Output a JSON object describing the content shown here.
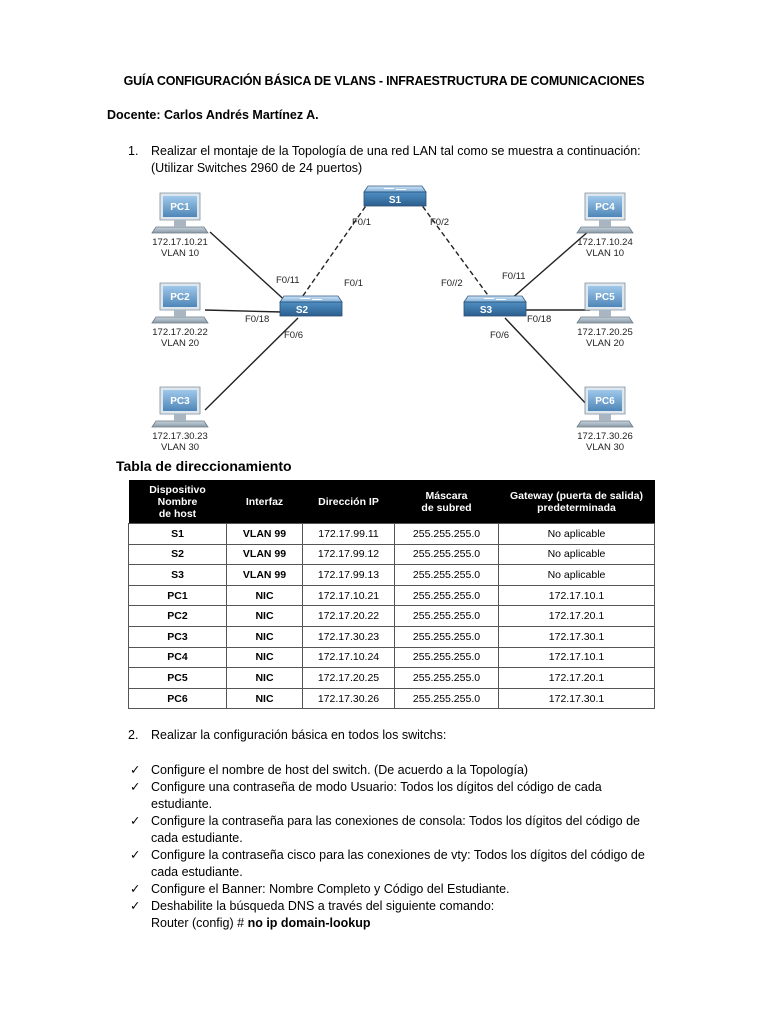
{
  "header": {
    "title": "GUÍA CONFIGURACIÓN BÁSICA DE VLANS - INFRAESTRUCTURA DE COMUNICACIONES",
    "teacher": "Docente: Carlos Andrés Martínez A."
  },
  "step1": {
    "number": "1.",
    "line1": "Realizar el montaje de la Topología de una red LAN tal como se muestra a continuación:",
    "line2": "(Utilizar Switches 2960 de 24 puertos)"
  },
  "topology": {
    "switches": [
      {
        "id": "S1",
        "label": "S1"
      },
      {
        "id": "S2",
        "label": "S2"
      },
      {
        "id": "S3",
        "label": "S3"
      }
    ],
    "pcs": [
      {
        "label": "PC1",
        "ip": "172.17.10.21",
        "vlan": "VLAN 10"
      },
      {
        "label": "PC2",
        "ip": "172.17.20.22",
        "vlan": "VLAN 20"
      },
      {
        "label": "PC3",
        "ip": "172.17.30.23",
        "vlan": "VLAN 30"
      },
      {
        "label": "PC4",
        "ip": "172.17.10.24",
        "vlan": "VLAN 10"
      },
      {
        "label": "PC5",
        "ip": "172.17.20.25",
        "vlan": "VLAN 20"
      },
      {
        "label": "PC6",
        "ip": "172.17.30.26",
        "vlan": "VLAN 30"
      }
    ],
    "port_labels": {
      "s1_left": "F0/1",
      "s1_right": "F0/2",
      "s2_up": "F0/1",
      "s2_pc1": "F0/11",
      "s2_pc2": "F0/18",
      "s2_pc3": "F0/6",
      "s3_up": "F0//2",
      "s3_pc4": "F0/11",
      "s3_pc5": "F0/18",
      "s3_pc6": "F0/6"
    }
  },
  "addressing": {
    "title": "Tabla de direccionamiento",
    "headers": [
      "Dispositivo Nombre de host",
      "Interfaz",
      "Dirección IP",
      "Máscara de subred",
      "Gateway (puerta de salida) predeterminada"
    ],
    "header_lines": [
      [
        "Dispositivo",
        "Nombre",
        "de host"
      ],
      [
        "Interfaz"
      ],
      [
        "Dirección IP"
      ],
      [
        "Máscara",
        "de subred"
      ],
      [
        "Gateway (puerta de salida)",
        "predeterminada"
      ]
    ],
    "rows": [
      [
        "S1",
        "VLAN 99",
        "172.17.99.11",
        "255.255.255.0",
        "No aplicable"
      ],
      [
        "S2",
        "VLAN 99",
        "172.17.99.12",
        "255.255.255.0",
        "No aplicable"
      ],
      [
        "S3",
        "VLAN 99",
        "172.17.99.13",
        "255.255.255.0",
        "No aplicable"
      ],
      [
        "PC1",
        "NIC",
        "172.17.10.21",
        "255.255.255.0",
        "172.17.10.1"
      ],
      [
        "PC2",
        "NIC",
        "172.17.20.22",
        "255.255.255.0",
        "172.17.20.1"
      ],
      [
        "PC3",
        "NIC",
        "172.17.30.23",
        "255.255.255.0",
        "172.17.30.1"
      ],
      [
        "PC4",
        "NIC",
        "172.17.10.24",
        "255.255.255.0",
        "172.17.10.1"
      ],
      [
        "PC5",
        "NIC",
        "172.17.20.25",
        "255.255.255.0",
        "172.17.20.1"
      ],
      [
        "PC6",
        "NIC",
        "172.17.30.26",
        "255.255.255.0",
        "172.17.30.1"
      ]
    ]
  },
  "step2": {
    "number": "2.",
    "text": "Realizar la configuración básica en todos los switchs:"
  },
  "checklist": {
    "mark": "✓",
    "items": [
      "Configure el nombre de host del switch. (De acuerdo a la Topología)",
      "Configure una contraseña de modo Usuario: Todos los dígitos del código de cada estudiante.",
      "Configure la contraseña para las conexiones de consola: Todos los dígitos del código de cada estudiante.",
      "Configure la contraseña cisco para las conexiones de vty: Todos los dígitos del código de cada estudiante.",
      "Configure el Banner: Nombre Completo y Código del Estudiante.",
      "Deshabilite la búsqueda DNS a través del siguiente comando:"
    ],
    "command_prefix": "Router (config) # ",
    "command": "no ip domain-lookup"
  },
  "colors": {
    "header_bg": "#000000",
    "switch_body": "#4a86b8",
    "pc_screen": "#6fa8d8"
  }
}
